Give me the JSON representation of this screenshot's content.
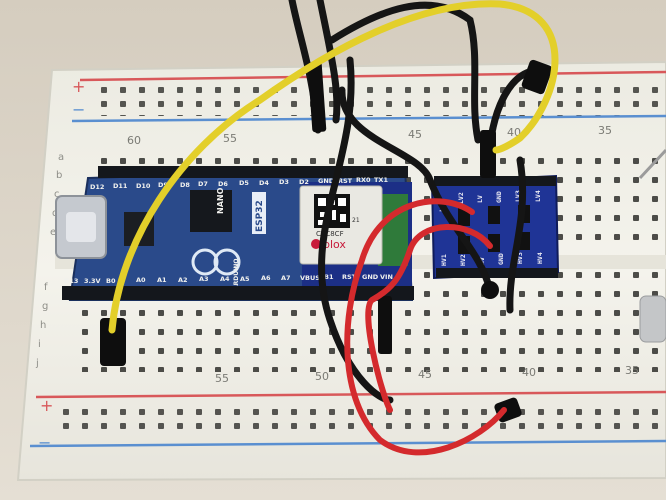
{
  "breadboard": {
    "column_numbers_top": [
      "60",
      "55",
      "45",
      "40",
      "35"
    ],
    "column_numbers_bottom": [
      "55",
      "50",
      "45",
      "40",
      "35"
    ],
    "row_letters_top": [
      "a",
      "b",
      "c",
      "d",
      "e"
    ],
    "row_letters_bottom": [
      "f",
      "g",
      "h",
      "i",
      "j"
    ],
    "rail_plus": "+",
    "rail_minus": "−"
  },
  "arduino": {
    "top_pins": [
      "D12",
      "D11",
      "D10",
      "D9",
      "D8",
      "D7",
      "D6",
      "D5",
      "D4",
      "D3",
      "D2",
      "GND",
      "RST",
      "RX0",
      "TX1"
    ],
    "bottom_pins": [
      "D13",
      "3.3V",
      "B0",
      "A0",
      "A1",
      "A2",
      "A3",
      "A4",
      "A5",
      "A6",
      "A7",
      "VBUS",
      "B1",
      "RST",
      "GND",
      "VIN"
    ],
    "board_text": [
      "NANO",
      "ESP32",
      "ARDUINO"
    ],
    "module_id": "C2C8CF",
    "module_brand": "blox",
    "module_partial": "21"
  },
  "level_shifter": {
    "top_pins": [
      "LV1",
      "LV2",
      "LV",
      "GND",
      "LV3",
      "LV4"
    ],
    "bottom_pins": [
      "HV1",
      "HV2",
      "HV",
      "GND",
      "HV3",
      "HV4"
    ]
  },
  "colors": {
    "breadboard": "#f3f1e8",
    "rail_red": "#d8585a",
    "rail_blue": "#5a8fd0",
    "pcb": "#2a4a8a",
    "module_pcb": "#1c2f86",
    "wire_yellow": "#e3cf2a",
    "wire_red": "#d42a2d",
    "wire_black": "#151515"
  }
}
